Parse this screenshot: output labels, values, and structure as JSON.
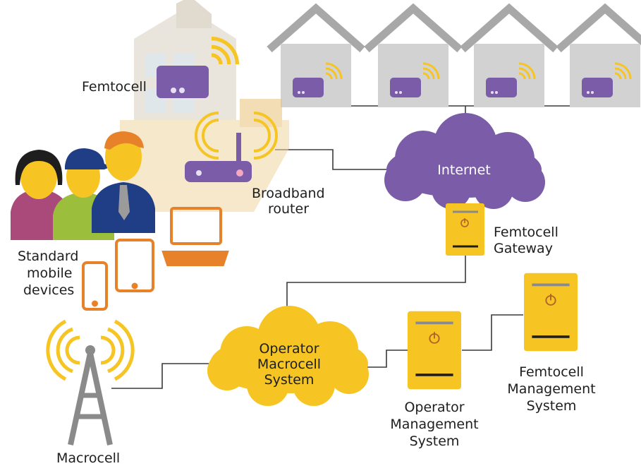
{
  "labels": {
    "femtocell": "Femtocell",
    "broadband_router_line1": "Broadband",
    "broadband_router_line2": "router",
    "standard_devices_line1": "Standard",
    "standard_devices_line2": "mobile",
    "standard_devices_line3": "devices",
    "internet": "Internet",
    "femtocell_gateway_line1": "Femtocell",
    "femtocell_gateway_line2": "Gateway",
    "operator_macrocell_line1": "Operator",
    "operator_macrocell_line2": "Macrocell",
    "operator_macrocell_line3": "System",
    "operator_management_line1": "Operator",
    "operator_management_line2": "Management",
    "operator_management_line3": "System",
    "femtocell_management_line1": "Femtocell",
    "femtocell_management_line2": "Management",
    "femtocell_management_line3": "System",
    "macrocell": "Macrocell"
  },
  "colors": {
    "purple": "#7b5ca8",
    "yellow": "#f6c524",
    "orange": "#e8822a",
    "gray": "#9b9b9b",
    "line": "#3a3a3a"
  },
  "icons": [
    "house-icon",
    "femtocell-icon",
    "router-icon",
    "cloud-icon",
    "server-icon",
    "tower-icon",
    "laptop-icon",
    "tablet-icon",
    "phone-icon",
    "wifi-icon",
    "person-icon"
  ]
}
